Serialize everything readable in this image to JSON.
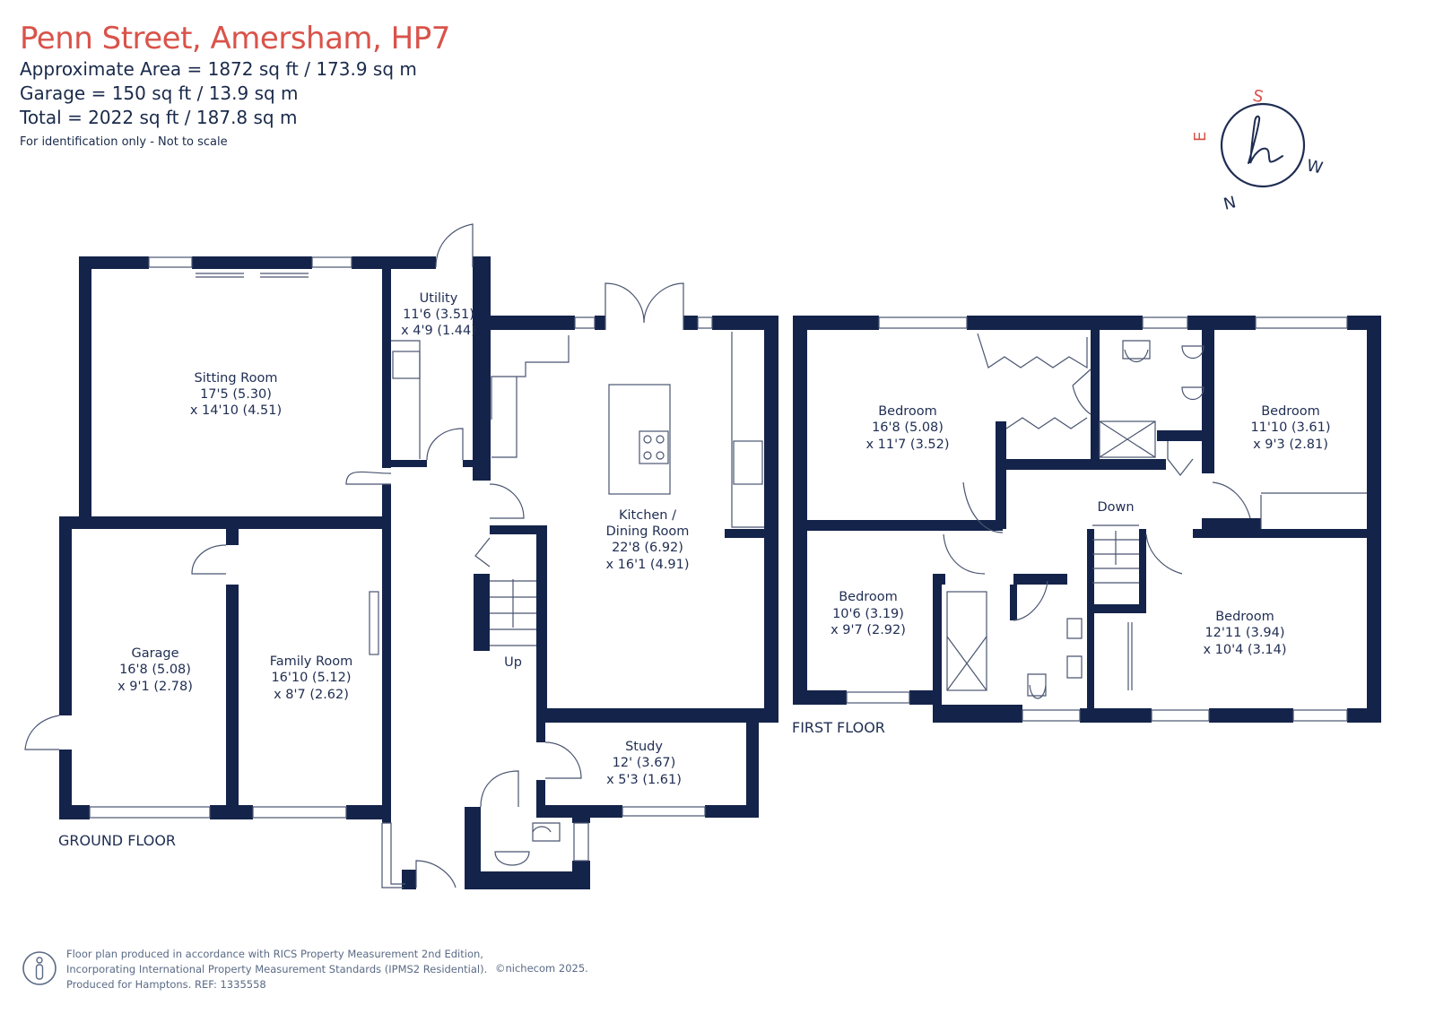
{
  "header": {
    "title": "Penn Street, Amersham, HP7",
    "approx_area": "Approximate Area = 1872 sq ft / 173.9 sq m",
    "garage_area": "Garage = 150 sq ft / 13.9 sq m",
    "total_area": "Total = 2022 sq ft / 187.8 sq m",
    "note": "For identification only - Not to scale"
  },
  "compass": {
    "s": "S",
    "e": "E",
    "w": "W",
    "n": "N",
    "logo_glyph": "h"
  },
  "ground_floor": {
    "label": "GROUND FLOOR",
    "sitting_room": {
      "name": "Sitting Room",
      "dim1": "17'5 (5.30)",
      "dim2": "x 14'10 (4.51)"
    },
    "utility": {
      "name": "Utility",
      "dim1": "11'6 (3.51)",
      "dim2": "x 4'9 (1.44)"
    },
    "kitchen": {
      "name1": "Kitchen /",
      "name2": "Dining Room",
      "dim1": "22'8 (6.92)",
      "dim2": "x 16'1 (4.91)"
    },
    "garage": {
      "name": "Garage",
      "dim1": "16'8 (5.08)",
      "dim2": "x 9'1 (2.78)"
    },
    "family_room": {
      "name": "Family Room",
      "dim1": "16'10 (5.12)",
      "dim2": "x 8'7 (2.62)"
    },
    "study": {
      "name": "Study",
      "dim1": "12' (3.67)",
      "dim2": "x 5'3 (1.61)"
    },
    "stairs_up": "Up"
  },
  "first_floor": {
    "label": "FIRST FLOOR",
    "bedroom1": {
      "name": "Bedroom",
      "dim1": "16'8 (5.08)",
      "dim2": "x 11'7 (3.52)"
    },
    "bedroom2": {
      "name": "Bedroom",
      "dim1": "11'10 (3.61)",
      "dim2": "x 9'3 (2.81)"
    },
    "bedroom3": {
      "name": "Bedroom",
      "dim1": "10'6 (3.19)",
      "dim2": "x 9'7 (2.92)"
    },
    "bedroom4": {
      "name": "Bedroom",
      "dim1": "12'11 (3.94)",
      "dim2": "x 10'4 (3.14)"
    },
    "stairs_down": "Down"
  },
  "footer": {
    "line1": "Floor plan produced in accordance with RICS Property Measurement 2nd Edition,",
    "line2": "Incorporating International Property Measurement Standards (IPMS2 Residential).",
    "line3": "Produced for Hamptons.   REF: 1335558",
    "copyright": "©nichecom 2025."
  },
  "colors": {
    "wall": "#14234a",
    "title": "#d9534a",
    "fixture": "#4a5570"
  }
}
